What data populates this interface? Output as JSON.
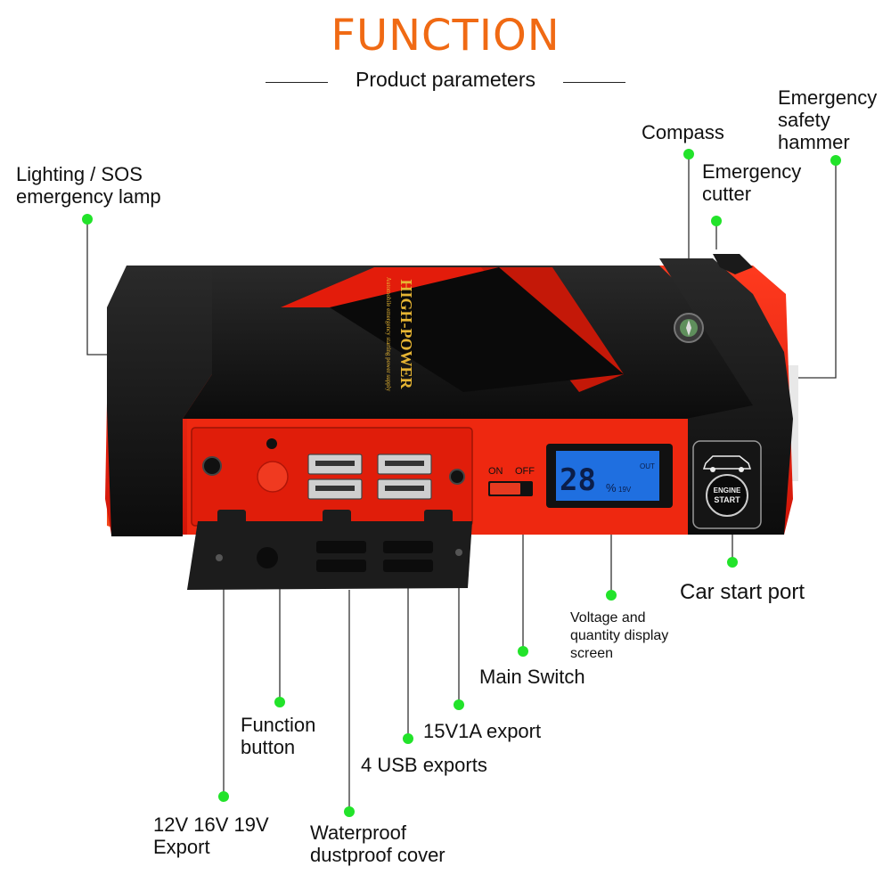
{
  "header": {
    "title": "FUNCTION",
    "subtitle": "Product parameters"
  },
  "colors": {
    "accent": "#f06a14",
    "body_red": "#e31c0b",
    "body_black": "#161616",
    "dot_green": "#22e32a",
    "lcd_blue": "#1f6fe0"
  },
  "device": {
    "brand_text": "HIGH-POWER",
    "brand_subtext": "Automobile emergency starting power supply",
    "lcd_value": "28",
    "lcd_unit": "%",
    "lcd_voltage": "19V",
    "lcd_out": "OUT",
    "switch_on": "ON",
    "switch_off": "OFF",
    "engine_button": "ENGINE\nSTART"
  },
  "labels": {
    "lighting": "Lighting / SOS\nemergency lamp",
    "compass": "Compass",
    "cutter": "Emergency\ncutter",
    "hammer": "Emergency\nsafety\nhammer",
    "car_start": "Car start port",
    "display": "Voltage and\nquantity display\nscreen",
    "main_switch": "Main Switch",
    "export_15v": "15V1A export",
    "usb": "4 USB exports",
    "function_button": "Function\nbutton",
    "export_12v": "12V 16V 19V\nExport",
    "cover": "Waterproof\ndustproof cover"
  }
}
